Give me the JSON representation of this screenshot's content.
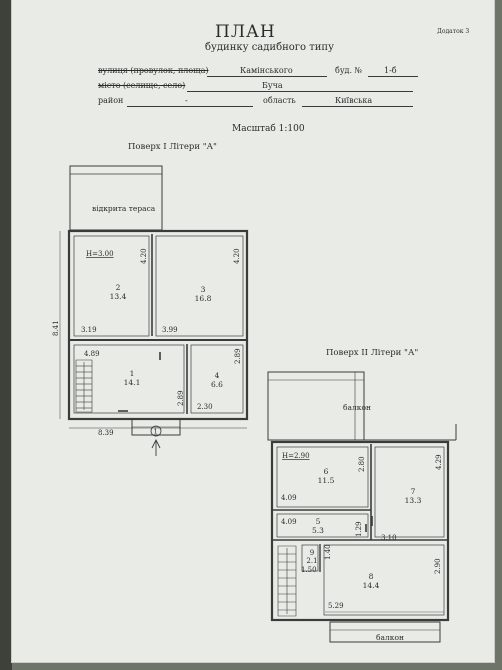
{
  "header": {
    "title": "ПЛАН",
    "subtitle": "будинку садибного типу",
    "annex": "Додаток 3"
  },
  "address": {
    "street_label": "вулиця (провулок, площа)",
    "street_value": "Камінського",
    "house_label": "буд. №",
    "house_value": "1-б",
    "city_label": "місто (селище, село)",
    "city_value": "Буча",
    "district_label": "район",
    "district_value": "-",
    "region_label": "область",
    "region_value": "Київська"
  },
  "scale": "Масштаб 1:100",
  "floor1": {
    "title": "Поверх І Літери \"А\"",
    "terrace": "відкрита тераса",
    "height": "H=3.00",
    "rooms": [
      {
        "num": "2",
        "area": "13.4"
      },
      {
        "num": "3",
        "area": "16.8"
      },
      {
        "num": "1",
        "area": "14.1"
      },
      {
        "num": "4",
        "area": "6.6"
      }
    ],
    "dims": {
      "d420a": "4.20",
      "d420b": "4.20",
      "d841": "8.41",
      "d319": "3.19",
      "d399": "3.99",
      "d489": "4.89",
      "d289a": "2.89",
      "d289b": "2.89",
      "d230": "2.30",
      "d839": "8.39"
    },
    "entrance": "1"
  },
  "floor2": {
    "title": "Поверх ІІ Літери \"А\"",
    "balcony_top": "балкон",
    "balcony_bottom": "балкон",
    "height": "H=2.90",
    "rooms": [
      {
        "num": "6",
        "area": "11.5"
      },
      {
        "num": "7",
        "area": "13.3"
      },
      {
        "num": "5",
        "area": "5.3"
      },
      {
        "num": "9",
        "area": "2.1"
      },
      {
        "num": "8",
        "area": "14.4"
      }
    ],
    "dims": {
      "d280": "2.80",
      "d429": "4.29",
      "d409a": "4.09",
      "d409b": "4.09",
      "d129": "1.29",
      "d310": "3.10",
      "d140": "1.40",
      "d150": "1.50",
      "d290": "2.90",
      "d529": "5.29"
    }
  }
}
